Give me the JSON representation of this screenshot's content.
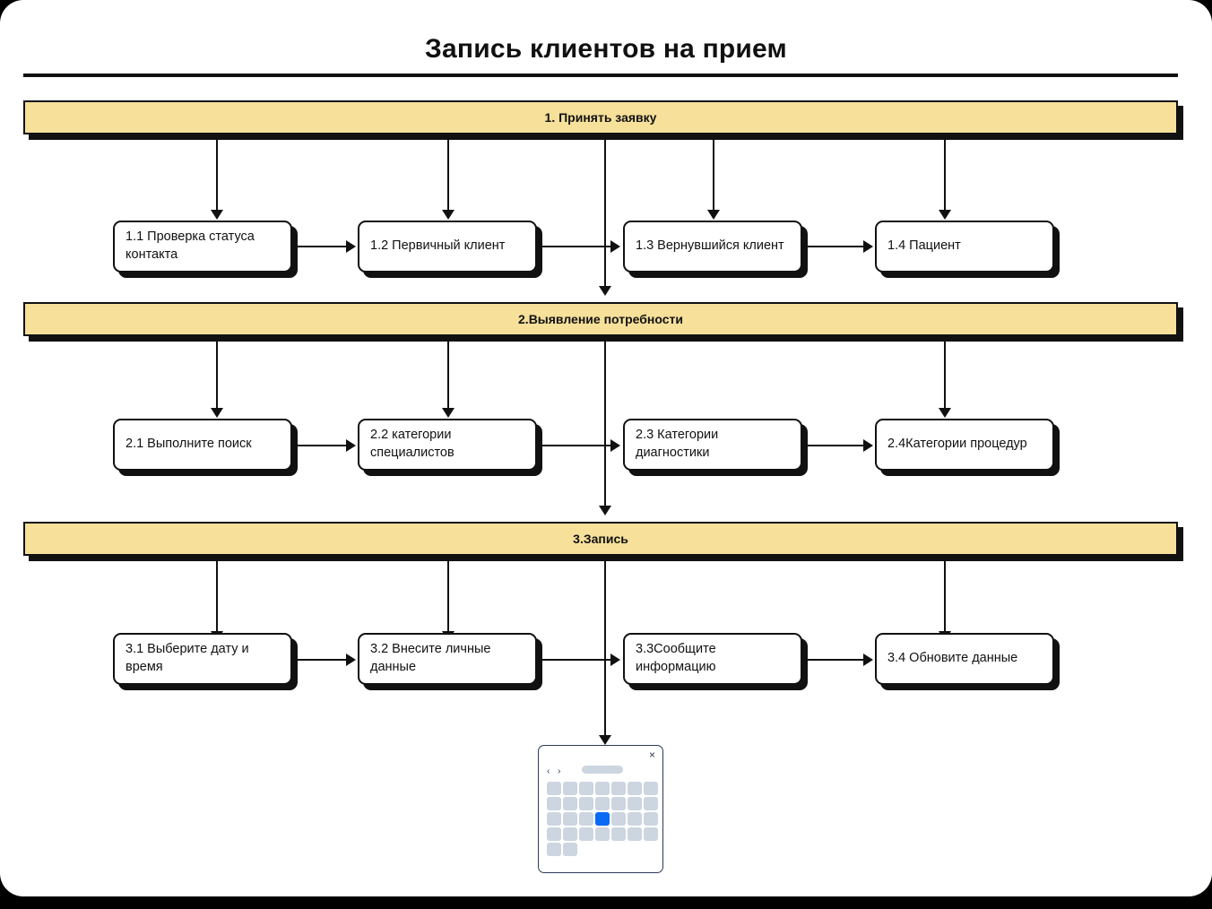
{
  "page": {
    "title": "Запись клиентов на прием",
    "background_color": "#ffffff",
    "outer_color": "#000000",
    "banner_color": "#f6e09a",
    "line_color": "#111111",
    "accent_color": "#0a69f5"
  },
  "stages": [
    {
      "label": "1. Принять заявку"
    },
    {
      "label": "2.Выявление потребности"
    },
    {
      "label": "3.Запись"
    }
  ],
  "rows": [
    {
      "stage": "1. Принять заявку",
      "steps": [
        {
          "label": "1.1 Проверка статуса контакта"
        },
        {
          "label": "1.2 Первичный клиент"
        },
        {
          "label": "1.3 Вернувшийся клиент"
        },
        {
          "label": "1.4 Пациент"
        }
      ]
    },
    {
      "stage": "2.Выявление потребности",
      "steps": [
        {
          "label": "2.1 Выполните поиск"
        },
        {
          "label": "2.2 категории специалистов"
        },
        {
          "label": "2.3 Категории диагностики"
        },
        {
          "label": "2.4Категории процедур"
        }
      ]
    },
    {
      "stage": "3.Запись",
      "steps": [
        {
          "label": "3.1 Выберите дату и время"
        },
        {
          "label": "3.2 Внесите личные данные"
        },
        {
          "label": "3.3Сообщите информацию"
        },
        {
          "label": "3.4 Обновите данные"
        }
      ]
    }
  ],
  "calendar": {
    "close_icon": "×",
    "prev_icon": "‹",
    "next_icon": "›",
    "nav_icons": "‹ ›",
    "month_label": "",
    "selected_cell_index": 17,
    "total_cells": 30,
    "columns": 7,
    "selected_color": "#0a69f5",
    "cell_color": "#ccd5e0"
  },
  "footer": {
    "text": "",
    "note": ""
  }
}
